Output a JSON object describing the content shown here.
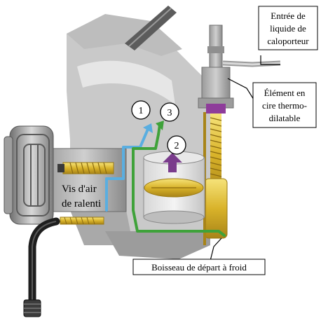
{
  "labels": {
    "coolant_inlet": [
      "Entrée de",
      "liquide de",
      "caloporteur"
    ],
    "wax_element": [
      "Élément en",
      "cire thermo-",
      "dilatable"
    ],
    "idle_screw": [
      "Vis d'air",
      "de ralenti"
    ],
    "cold_start_valve": "Boisseau de départ à froid"
  },
  "markers": [
    "1",
    "2",
    "3"
  ],
  "colors": {
    "body_gray": "#b9b9b9",
    "body_dark": "#8e8e8e",
    "screw_yellow": "#e8c53a",
    "flow_blue": "#5aaee0",
    "flow_green": "#3fa23a",
    "piston_purple": "#7a3c8c",
    "hose_black": "#1e1e1e"
  }
}
